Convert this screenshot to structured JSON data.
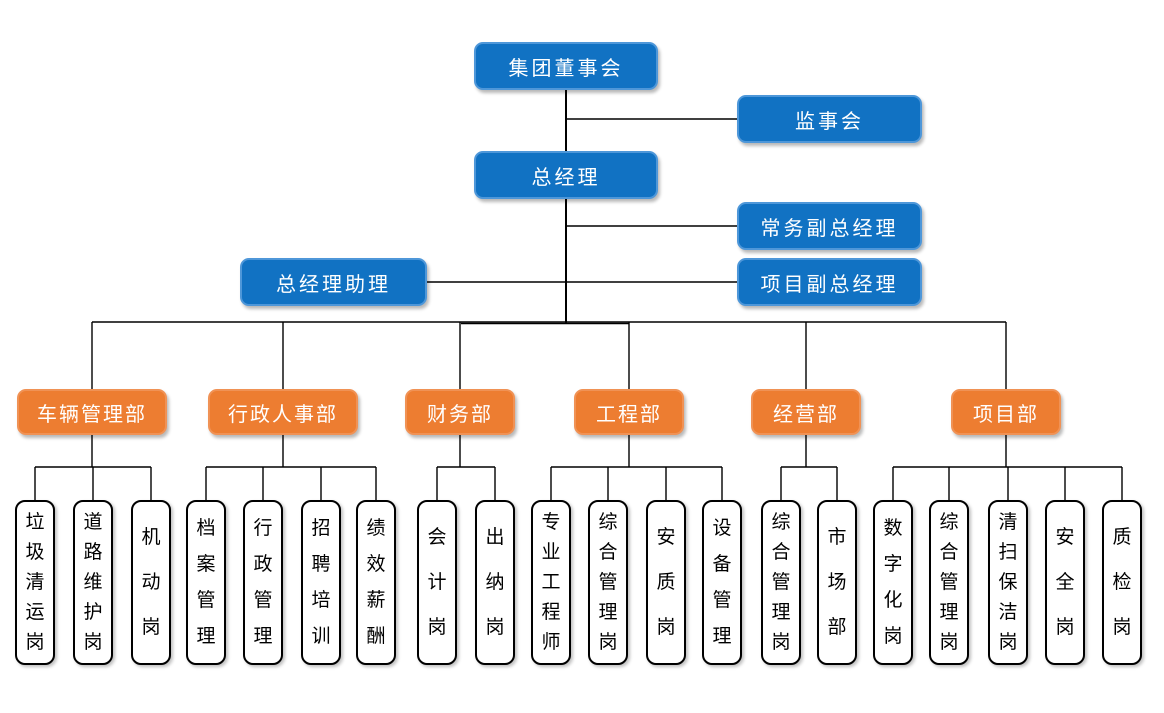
{
  "executive_nodes": {
    "board": {
      "label": "集团董事会"
    },
    "supervisory_board": {
      "label": "监事会"
    },
    "general_manager": {
      "label": "总经理"
    },
    "executive_deputy_gm": {
      "label": "常务副总经理"
    },
    "gm_assistant": {
      "label": "总经理助理"
    },
    "project_deputy_gm": {
      "label": "项目副总经理"
    }
  },
  "departments": [
    {
      "label": "车辆管理部",
      "positions": [
        "垃圾清运岗",
        "道路维护岗",
        "机动岗"
      ]
    },
    {
      "label": "行政人事部",
      "positions": [
        "档案管理",
        "行政管理",
        "招聘培训",
        "绩效薪酬"
      ]
    },
    {
      "label": "财务部",
      "positions": [
        "会计岗",
        "出纳岗"
      ]
    },
    {
      "label": "工程部",
      "positions": [
        "专业工程师",
        "综合管理岗",
        "安质岗",
        "设备管理"
      ]
    },
    {
      "label": "经营部",
      "positions": [
        "综合管理岗",
        "市场部"
      ]
    },
    {
      "label": "项目部",
      "positions": [
        "数字化岗",
        "综合管理岗",
        "清扫保洁岗",
        "安全岗",
        "质检岗"
      ]
    }
  ],
  "colors": {
    "executive_fill": "#1172C3",
    "department_fill": "#ED7D31",
    "box_text": "#FFFFFF",
    "position_fill": "#FFFFFF",
    "position_text": "#000000",
    "connector": "#000000",
    "background": "#FFFFFF"
  }
}
